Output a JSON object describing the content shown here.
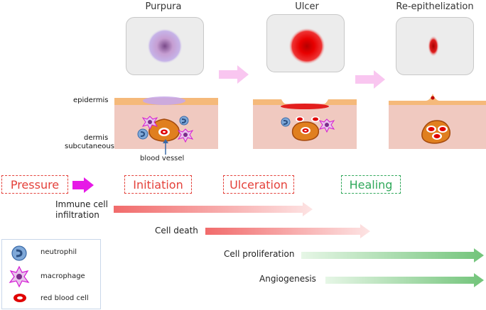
{
  "stages": [
    {
      "title": "Purpura"
    },
    {
      "title": "Ulcer"
    },
    {
      "title": "Re-epithelization"
    }
  ],
  "layers": {
    "epidermis": "epidermis",
    "dermis": "dermis",
    "subcutaneous": "subcutaneous",
    "blood_vessel": "blood vessel"
  },
  "phases": {
    "pressure": "Pressure",
    "initiation": "Initiation",
    "ulceration": "Ulceration",
    "healing": "Healing"
  },
  "processes": {
    "immune_line1": "Immune cell",
    "immune_line2": "infiltration",
    "cell_death": "Cell death",
    "cell_proliferation": "Cell proliferation",
    "angiogenesis": "Angiogenesis"
  },
  "legend": {
    "neutrophil": "neutrophil",
    "macrophage": "macrophage",
    "rbc": "red blood cell"
  },
  "colors": {
    "red_phase": "#e4413a",
    "green_phase": "#2fa85a",
    "skin": "#f0c9c0",
    "epidermis": "#f5b97a",
    "magenta_arrow": "#e619e6",
    "pink_arrow": "#f9c6f0"
  }
}
